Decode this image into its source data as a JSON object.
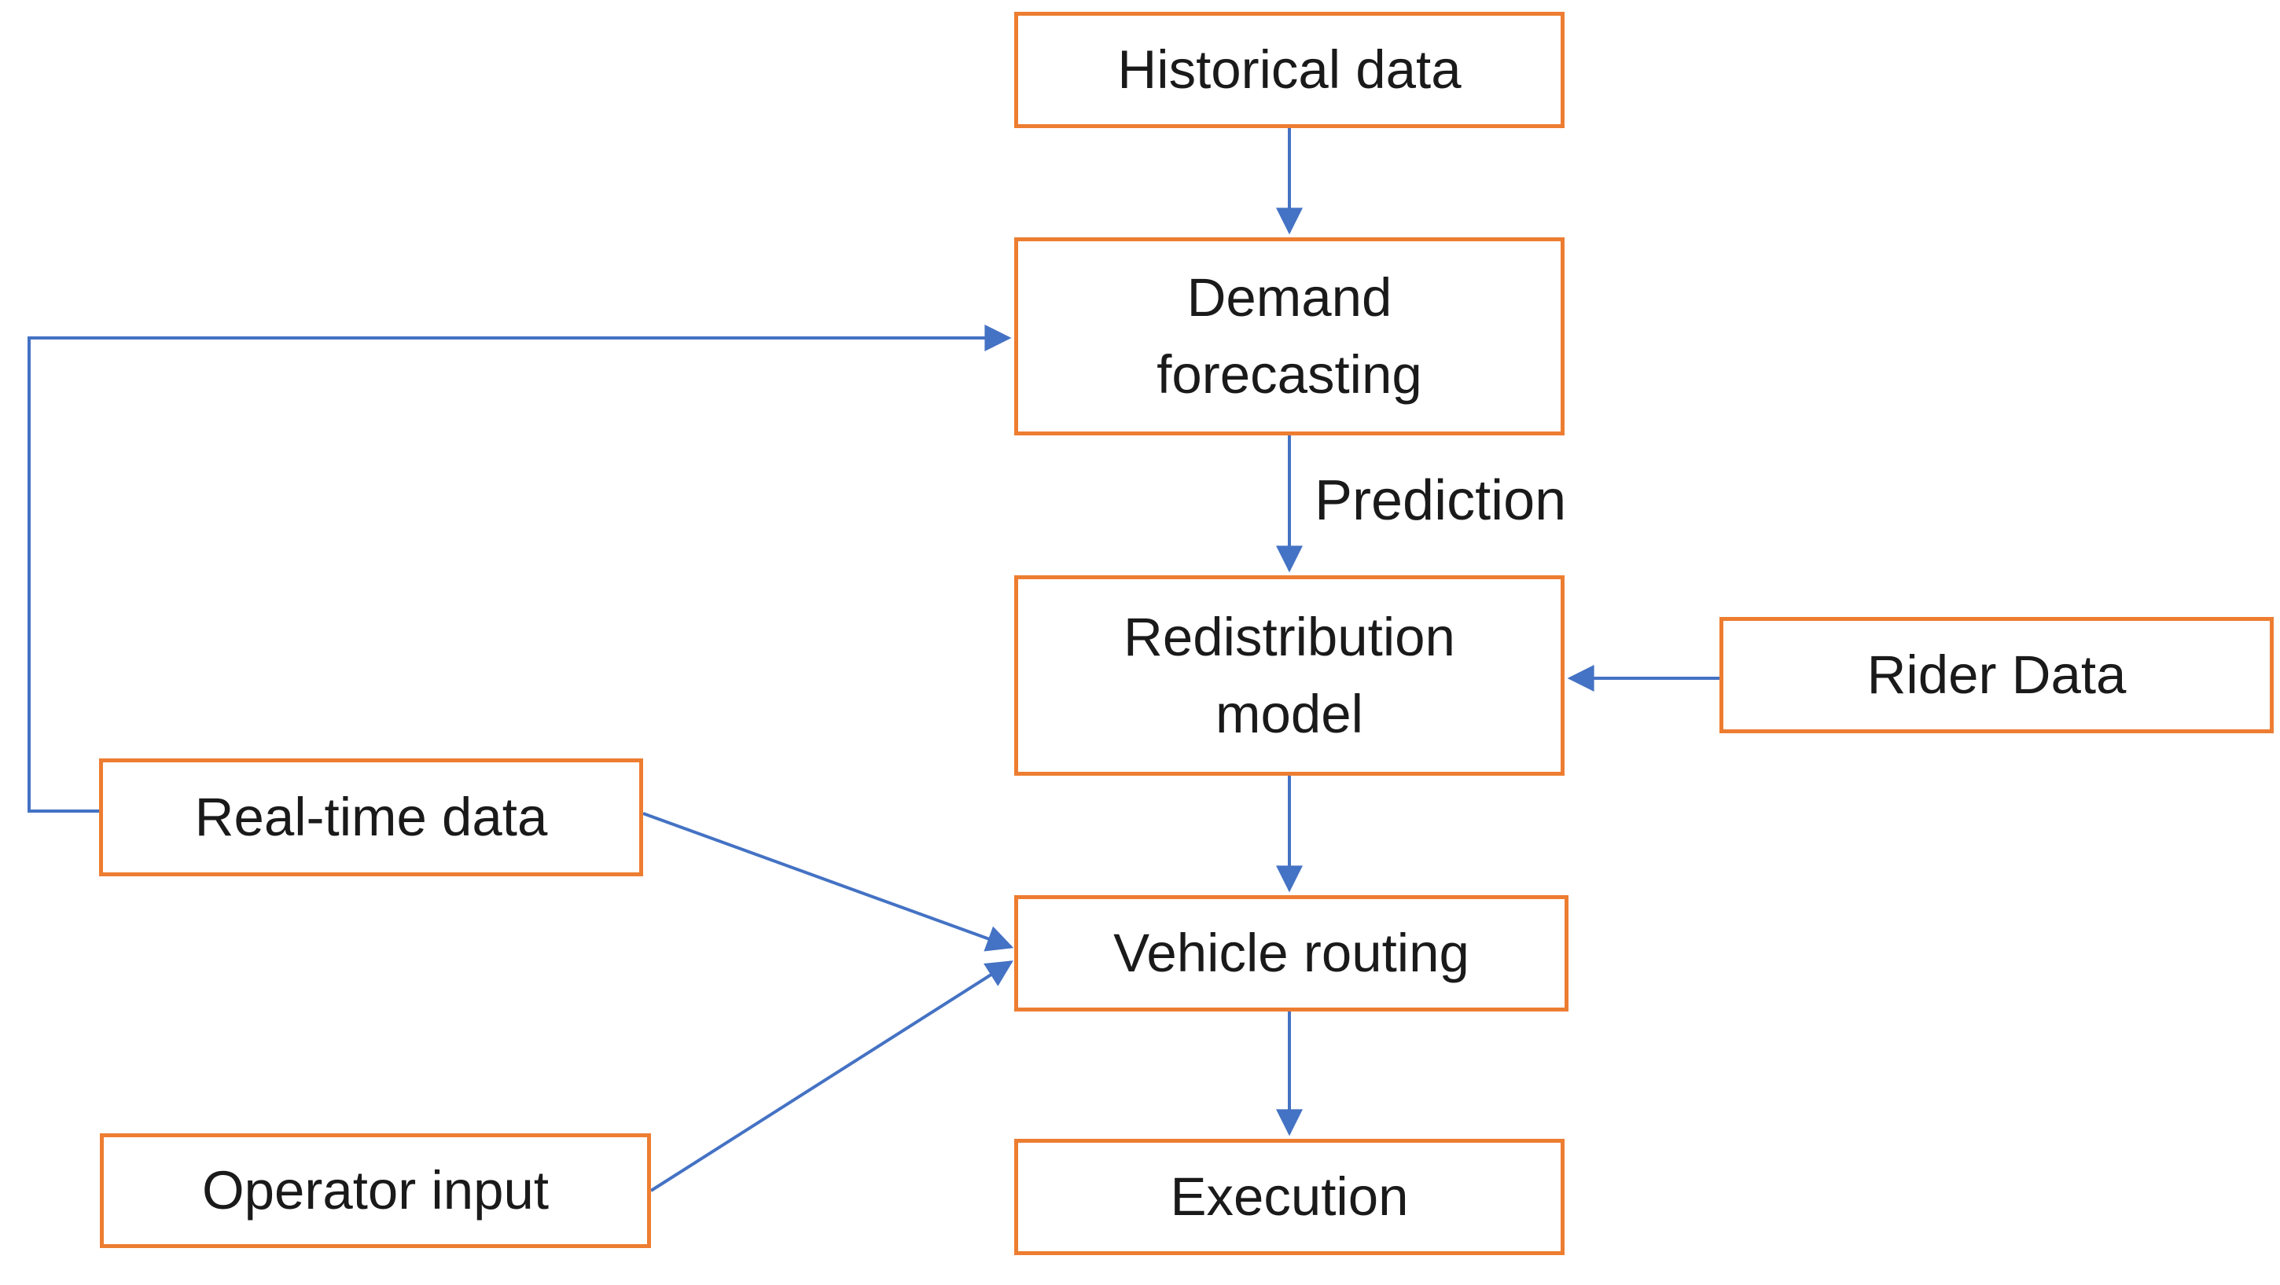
{
  "diagram": {
    "title": "Demand forecasting and redistribution pipeline flowchart",
    "nodes": {
      "historical": {
        "label": "Historical data"
      },
      "demand": {
        "label": "Demand\nforecasting"
      },
      "redistribution": {
        "label": "Redistribution\nmodel"
      },
      "rider": {
        "label": "Rider Data"
      },
      "realtime": {
        "label": "Real-time data"
      },
      "vehicle": {
        "label": "Vehicle routing"
      },
      "operator": {
        "label": "Operator input"
      },
      "execution": {
        "label": "Execution"
      }
    },
    "edge_labels": {
      "prediction": "Prediction"
    },
    "edges": [
      {
        "from": "historical",
        "to": "demand",
        "label": ""
      },
      {
        "from": "demand",
        "to": "redistribution",
        "label": "Prediction"
      },
      {
        "from": "redistribution",
        "to": "vehicle",
        "label": ""
      },
      {
        "from": "vehicle",
        "to": "execution",
        "label": ""
      },
      {
        "from": "rider",
        "to": "redistribution",
        "label": ""
      },
      {
        "from": "realtime",
        "to": "demand",
        "label": ""
      },
      {
        "from": "realtime",
        "to": "vehicle",
        "label": ""
      },
      {
        "from": "operator",
        "to": "vehicle",
        "label": ""
      }
    ],
    "colors": {
      "box_border": "#ED7D31",
      "box_fill": "#FFFFFF",
      "arrow": "#4472C4",
      "text": "#1A1A1A",
      "background": "#FFFFFF"
    }
  }
}
